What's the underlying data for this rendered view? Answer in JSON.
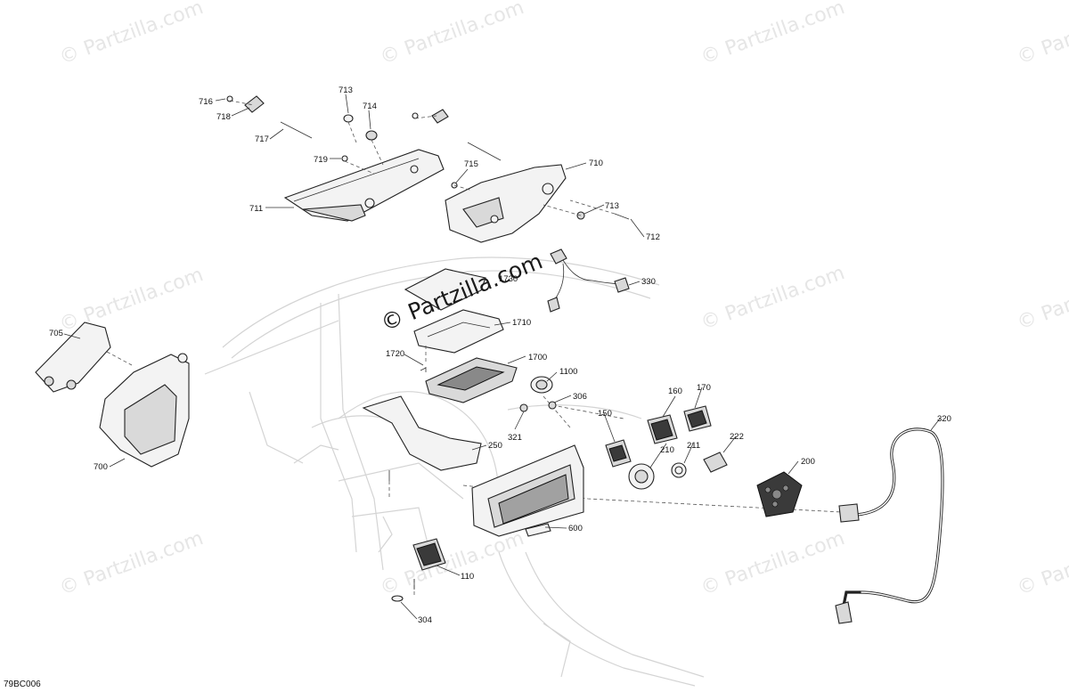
{
  "watermark": {
    "text": "© Partzilla.com",
    "center_text": "© Partzilla.com"
  },
  "diagram_code": "79BC006",
  "callouts": {
    "c716": "716",
    "c718": "718",
    "c717": "717",
    "c719": "719",
    "c713a": "713",
    "c714": "714",
    "c715": "715",
    "c710": "710",
    "c711": "711",
    "c713b": "713",
    "c712": "712",
    "c1730": "1730",
    "c330": "330",
    "c1710": "1710",
    "c705": "705",
    "c1720": "1720",
    "c1700": "1700",
    "c1100": "1100",
    "c306": "306",
    "c160": "160",
    "c170": "170",
    "c150": "150",
    "c321": "321",
    "c250": "250",
    "c210": "210",
    "c211": "211",
    "c222": "222",
    "c320": "320",
    "c700": "700",
    "c200": "200",
    "c600": "600",
    "c110": "110",
    "c304": "304"
  },
  "colors": {
    "watermark": "#e6e6e6",
    "line": "#222222",
    "ghost": "#d4d4d4"
  }
}
